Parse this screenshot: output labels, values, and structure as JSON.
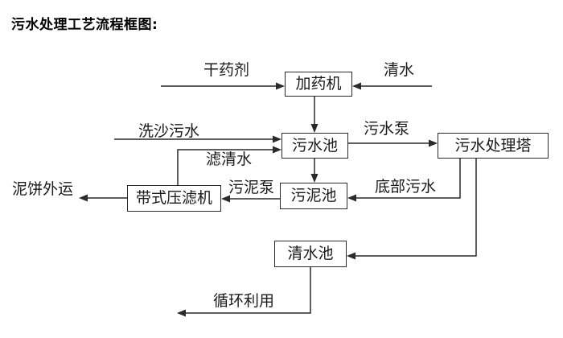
{
  "title": "污水处理工艺流程框图:",
  "diagram": {
    "boxes": {
      "dosing_machine": "加药机",
      "sewage_pool": "污水池",
      "treatment_tower": "污水处理塔",
      "sludge_pool": "污泥池",
      "belt_filter_press": "带式压滤机",
      "clean_water_pool": "清水池"
    },
    "labels": {
      "dry_chemical": "干药剂",
      "clean_water": "清水",
      "sand_washing_sewage": "洗沙污水",
      "sewage_pump": "污水泵",
      "filtered_water": "滤清水",
      "sludge_pump": "污泥泵",
      "bottom_sewage": "底部污水",
      "mud_cake_out": "泥饼外运",
      "recycle": "循环利用"
    },
    "colors": {
      "line": "#2a2a2a",
      "box_border": "#2a2a2a",
      "text": "#1a1a1a",
      "background": "#ffffff"
    }
  }
}
